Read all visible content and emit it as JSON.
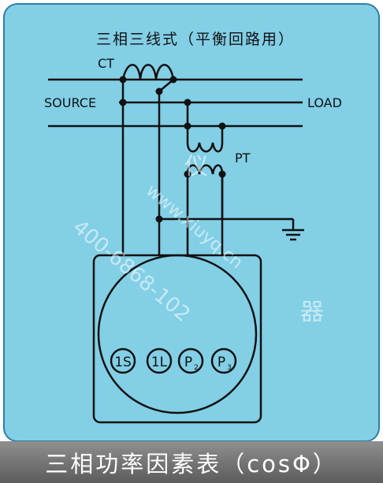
{
  "title": "三相三线式（平衡回路用）",
  "labels": {
    "ct": "CT",
    "pt": "PT",
    "source": "SOURCE",
    "load": "LOAD"
  },
  "terminals": [
    {
      "main": "1S",
      "sub": ""
    },
    {
      "main": "1L",
      "sub": ""
    },
    {
      "main": "P",
      "sub": "2"
    },
    {
      "main": "P",
      "sub": "3"
    }
  ],
  "watermark": {
    "text": "400-6868-102",
    "url": "www.xiuyq.cn",
    "chars": [
      "仪",
      "器"
    ]
  },
  "footer": "三相功率因素表（cosΦ）",
  "colors": {
    "panel": "#82cfe6",
    "line": "#111111",
    "meter_face": "#82cfe6"
  }
}
